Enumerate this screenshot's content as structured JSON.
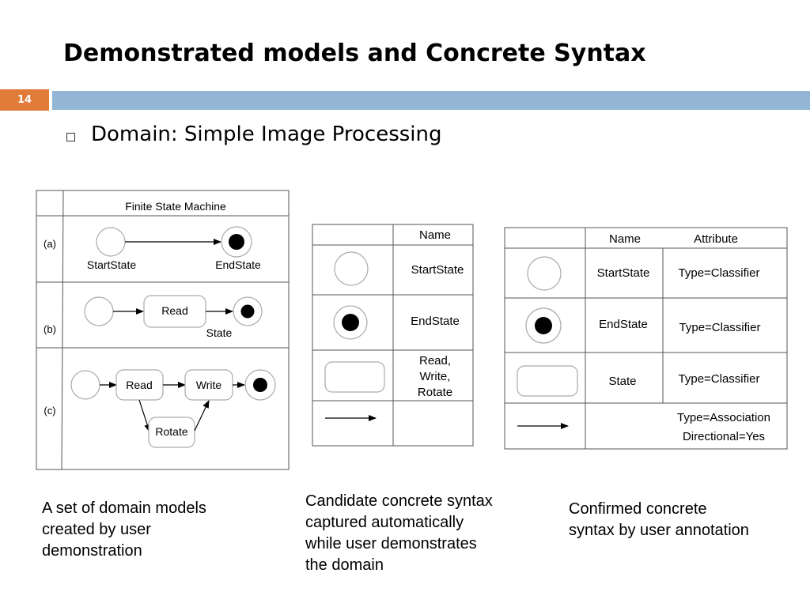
{
  "slide": {
    "title": "Demonstrated models and Concrete Syntax",
    "slide_number": "14",
    "bullet": "Domain: Simple Image Processing"
  },
  "panel1": {
    "header": "Finite State Machine",
    "row_a": {
      "label": "(a)",
      "start": "StartState",
      "end": "EndState"
    },
    "row_b": {
      "label": "(b)",
      "node": "Read",
      "state": "State"
    },
    "row_c": {
      "label": "(c)",
      "read": "Read",
      "write": "Write",
      "rotate": "Rotate"
    }
  },
  "panel2": {
    "header": "Name",
    "rows": [
      "StartState",
      "EndState",
      "Read,\nWrite,\nRotate",
      ""
    ]
  },
  "panel3": {
    "header_name": "Name",
    "header_attr": "Attribute",
    "rows": [
      {
        "name": "StartState",
        "attr": "Type=Classifier"
      },
      {
        "name": "EndState",
        "attr": "Type=Classifier"
      },
      {
        "name": "State",
        "attr": "Type=Classifier"
      },
      {
        "name": "",
        "attr": "Type=Association\nDirectional=Yes"
      }
    ]
  },
  "captions": {
    "left": "A set of domain models\ncreated by user\ndemonstration",
    "middle": "Candidate concrete syntax\ncaptured automatically\nwhile user demonstrates\nthe domain",
    "right": "Confirmed concrete\nsyntax  by user annotation"
  }
}
